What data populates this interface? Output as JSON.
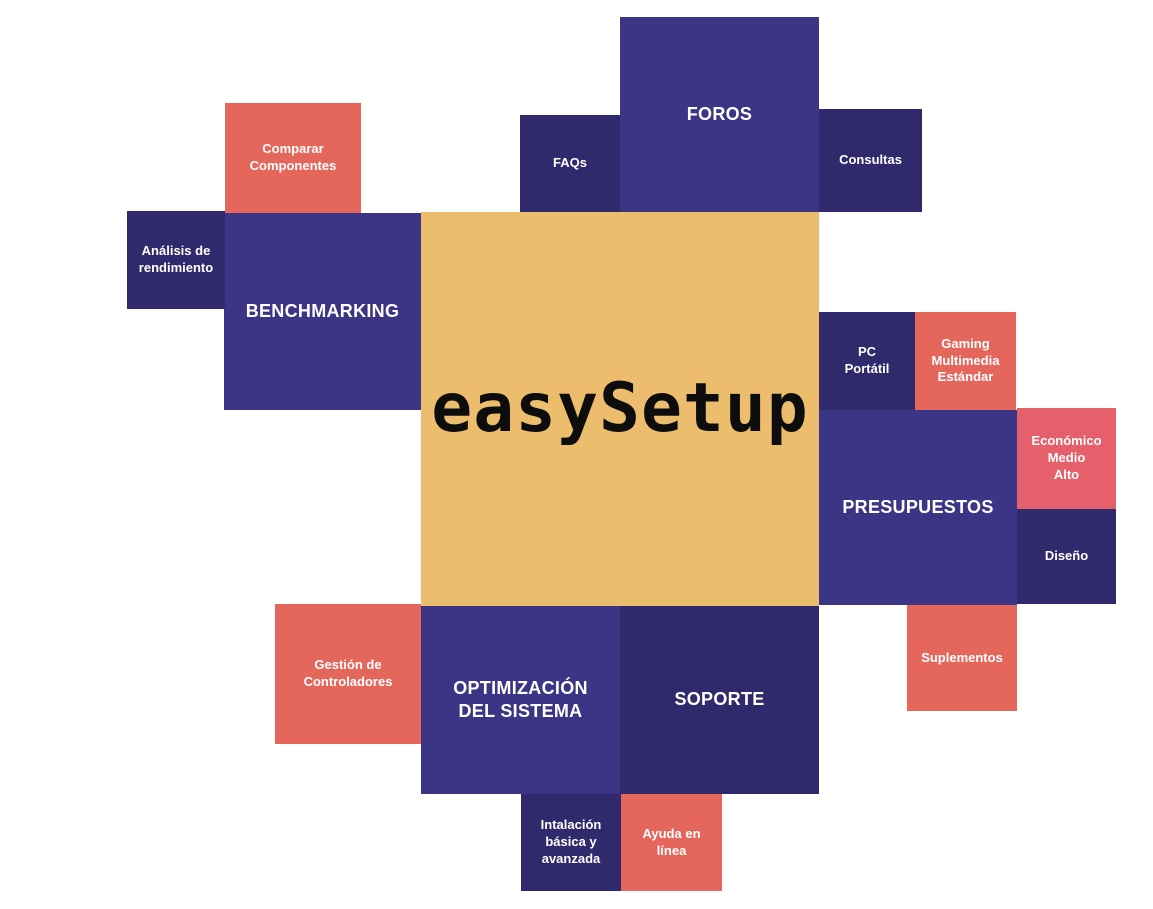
{
  "logo": "easySetup",
  "foros": {
    "label": "FOROS",
    "faqs": "FAQs",
    "consultas": "Consultas"
  },
  "benchmarking": {
    "label": "BENCHMARKING",
    "comparar": "Comparar\nComponentes",
    "analisis": "Análisis de\nrendimiento"
  },
  "presupuestos": {
    "label": "PRESUPUESTOS",
    "tipo": "PC\nPortátil",
    "uso": "Gaming\nMultimedia\nEstándar",
    "rango": "Económico\nMedio\nAlto",
    "diseno": "Diseño",
    "suplementos": "Suplementos"
  },
  "optimizacion": {
    "label": "OPTIMIZACIÓN\nDEL SISTEMA",
    "controladores": "Gestión de\nControladores",
    "instalacion": "Intalación\nbásica y\navanzada"
  },
  "soporte": {
    "label": "SOPORTE",
    "ayuda": "Ayuda en\nlínea"
  }
}
